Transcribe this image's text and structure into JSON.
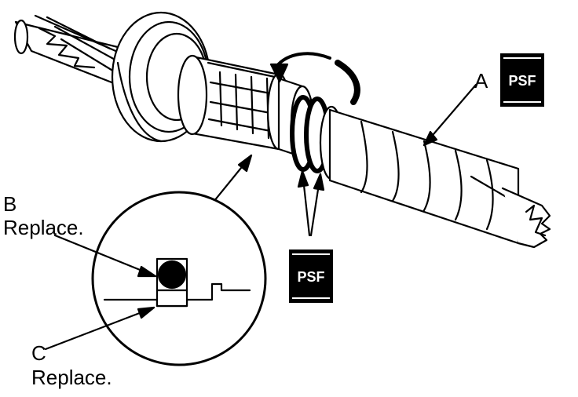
{
  "callouts": {
    "a": {
      "letter": "A",
      "badge": "PSF"
    },
    "b": {
      "letter": "B",
      "note": "Replace."
    },
    "c": {
      "letter": "C",
      "note": "Replace."
    },
    "seals": {
      "badge": "PSF"
    }
  },
  "colors": {
    "ink": "#000000",
    "paper": "#ffffff"
  }
}
